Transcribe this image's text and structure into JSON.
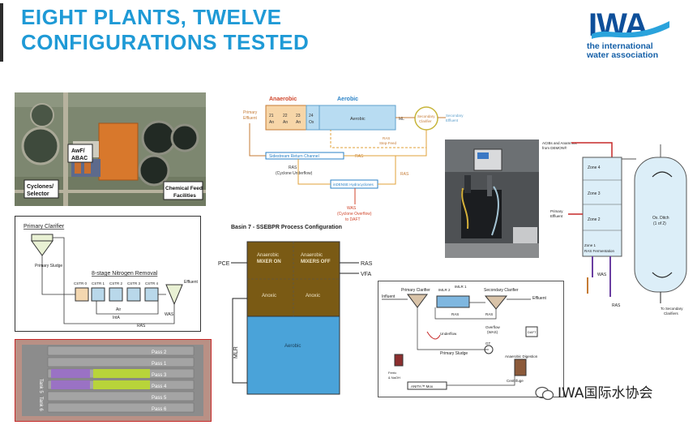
{
  "title": {
    "line1": "EIGHT PLANTS, TWELVE",
    "line2": "CONFIGURATIONS TESTED"
  },
  "logo": {
    "mark": "IWA",
    "line1": "the international",
    "line2": "water association"
  },
  "aerial": {
    "label_awf": "AwF/\nABAC",
    "label_cyclones": "Cyclones/\nSelector",
    "label_chemical": "Chemical Feed\nFacilities"
  },
  "clarifier": {
    "primary_clarifier": "Primary Clarifier",
    "primary_sludge": "Primary Sludge",
    "stage_title": "8-stage Nitrogen Removal",
    "cstrs": [
      "CSTR 0",
      "CSTR 1",
      "CSTR 2",
      "CSTR 3",
      "CSTR 4"
    ],
    "air": "Air",
    "effluent": "Effluent",
    "was": "WAS",
    "ras": "RAS",
    "ir": "IntA"
  },
  "tank": {
    "tank5": "Tank 5",
    "tank6": "Tank 6",
    "passes": [
      "Pass 1",
      "Pass 2",
      "Pass 3",
      "Pass 4",
      "Pass 5",
      "Pass 6"
    ]
  },
  "flow": {
    "primary_effluent": "Primary\nEffluent",
    "anaerobic": "Anaerobic",
    "aerobic": "Aerobic",
    "cells": [
      "21\nAn",
      "22\nAn",
      "23\nAn",
      "24\nOx"
    ],
    "aerobic_cell": "Aerobic",
    "ml": "ML",
    "secondary_clarifier": "Secondary\nClarifier",
    "secondary_effluent": "Secondary\nEffluent",
    "ras_step_feed": "RAS\nStep-Feed",
    "sidestream": "Sidestream Return Channel",
    "ras": "RAS",
    "ras_cyclone": "RAS\n(Cyclone Underflow)",
    "hydrocyclones": "inDENSE Hydrocyclones",
    "was": "WAS\n(Cyclone Overflow)\nto DAFT"
  },
  "basin": {
    "title": "Basin 7 - SSEBPR Process Configuration",
    "pce": "PCE",
    "mlr": "MLR",
    "ras": "RAS",
    "vfa": "VFA",
    "anaerobic_on": "Anaerobic\nMIXER ON",
    "anaerobic_off": "Anaerobic\nMIXERS OFF",
    "anoxic1": "Anoxic",
    "anoxic2": "Anoxic",
    "aerobic": "Aerobic",
    "colors": {
      "anaerobic": "#7a5a14",
      "aerobic": "#4aa3d9"
    }
  },
  "ditch": {
    "acibs": "ACIBs and Anammox\nfrom DEMON®",
    "primary_effluent": "Primary\nEffluent",
    "zone4": "Zone 4",
    "zone3": "Zone 3",
    "zone2": "Zone 2",
    "zone1": "Zone 1\nRAS Fermentation",
    "ox_ditch": "Ox. Ditch\n(1 of 2)",
    "was": "WAS",
    "ras": "RAS",
    "to_secondary": "To Secondary\nClarifiers"
  },
  "sludge": {
    "influent": "Influent",
    "primary_clarifier": "Primary Clarifier",
    "imlr": "IMLR 2",
    "imlr1": "IMLR 1",
    "secondary_clarifier": "Secondary Clarifier",
    "effluent": "Effluent",
    "ras": "RAS",
    "was_overflow": "Overflow\n(WAS)",
    "underflow": "Underflow",
    "primary_sludge": "Primary Sludge",
    "gt": "GT",
    "anaerobic_digestion": "Anaerobic Digestion",
    "centrifuge": "Centrifuge",
    "anita": "ANITA™ Mox",
    "ferric": "Ferric\n& NaOH",
    "daft": "DAFT"
  },
  "watermark": {
    "text": "IWA国际水协会"
  }
}
